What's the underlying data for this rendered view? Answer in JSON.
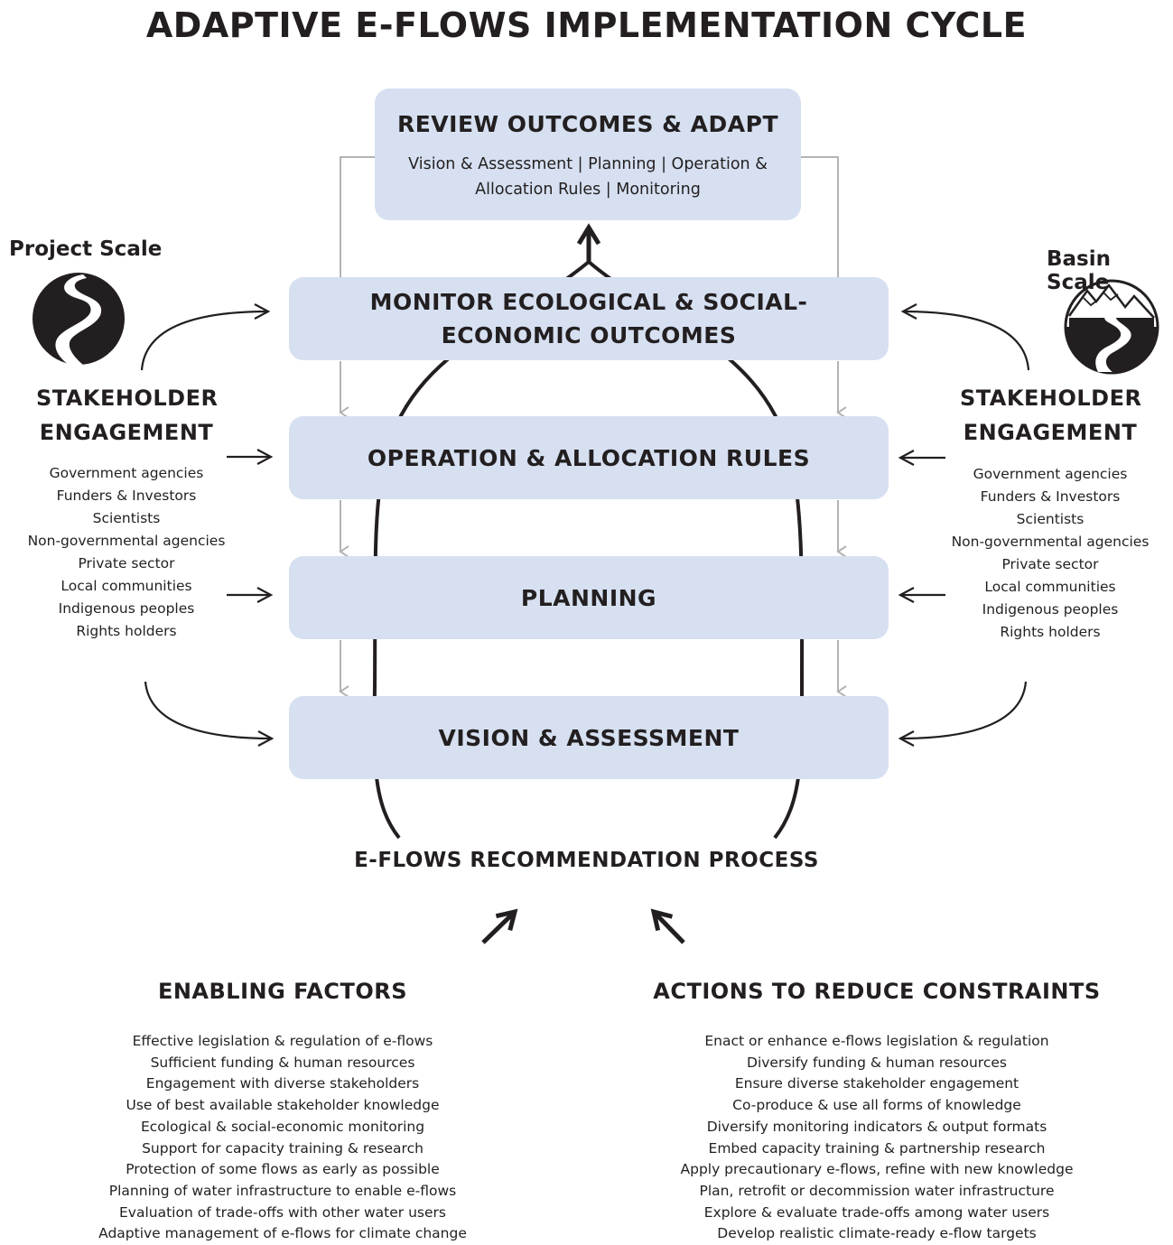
{
  "title": "ADAPTIVE E-FLOWS IMPLEMENTATION CYCLE",
  "cycle": {
    "review": {
      "title": "REVIEW OUTCOMES & ADAPT",
      "subtitle": "Vision & Assessment | Planning | Operation & Allocation Rules | Monitoring"
    },
    "monitor": "MONITOR ECOLOGICAL & SOCIAL-ECONOMIC OUTCOMES",
    "operation": "OPERATION & ALLOCATION RULES",
    "planning": "PLANNING",
    "vision": "VISION & ASSESSMENT"
  },
  "recommendation_process": "E-FLOWS RECOMMENDATION PROCESS",
  "left": {
    "scale": "Project Scale",
    "icon": "river-icon",
    "heading": "STAKEHOLDER ENGAGEMENT",
    "stakeholders": [
      "Government agencies",
      "Funders & Investors",
      "Scientists",
      "Non-governmental agencies",
      "Private sector",
      "Local communities",
      "Indigenous peoples",
      "Rights holders"
    ]
  },
  "right": {
    "scale": "Basin Scale",
    "icon": "mountain-river-icon",
    "heading": "STAKEHOLDER ENGAGEMENT",
    "stakeholders": [
      "Government agencies",
      "Funders & Investors",
      "Scientists",
      "Non-governmental agencies",
      "Private sector",
      "Local communities",
      "Indigenous peoples",
      "Rights holders"
    ]
  },
  "enabling": {
    "heading": "ENABLING FACTORS",
    "items": [
      "Effective legislation & regulation of e-flows",
      "Sufficient funding & human resources",
      "Engagement with diverse stakeholders",
      "Use of best available stakeholder knowledge",
      "Ecological & social-economic monitoring",
      "Support for capacity training & research",
      "Protection of some flows as early as possible",
      "Planning of water infrastructure to enable e-flows",
      "Evaluation of trade-offs with other water users",
      "Adaptive management of e-flows for climate change"
    ]
  },
  "actions": {
    "heading": "ACTIONS TO REDUCE CONSTRAINTS",
    "items": [
      "Enact or enhance e-flows legislation & regulation",
      "Diversify funding & human resources",
      "Ensure diverse stakeholder engagement",
      "Co-produce & use all forms of knowledge",
      "Diversify monitoring indicators & output formats",
      "Embed capacity training & partnership research",
      "Apply precautionary e-flows, refine with new knowledge",
      "Plan, retrofit or decommission water infrastructure",
      "Explore & evaluate trade-offs among water users",
      "Develop realistic climate-ready e-flow targets"
    ]
  },
  "colors": {
    "box_fill": "#d6e0f1",
    "grey_arrow": "#b3b3b3",
    "dark": "#231f20"
  }
}
